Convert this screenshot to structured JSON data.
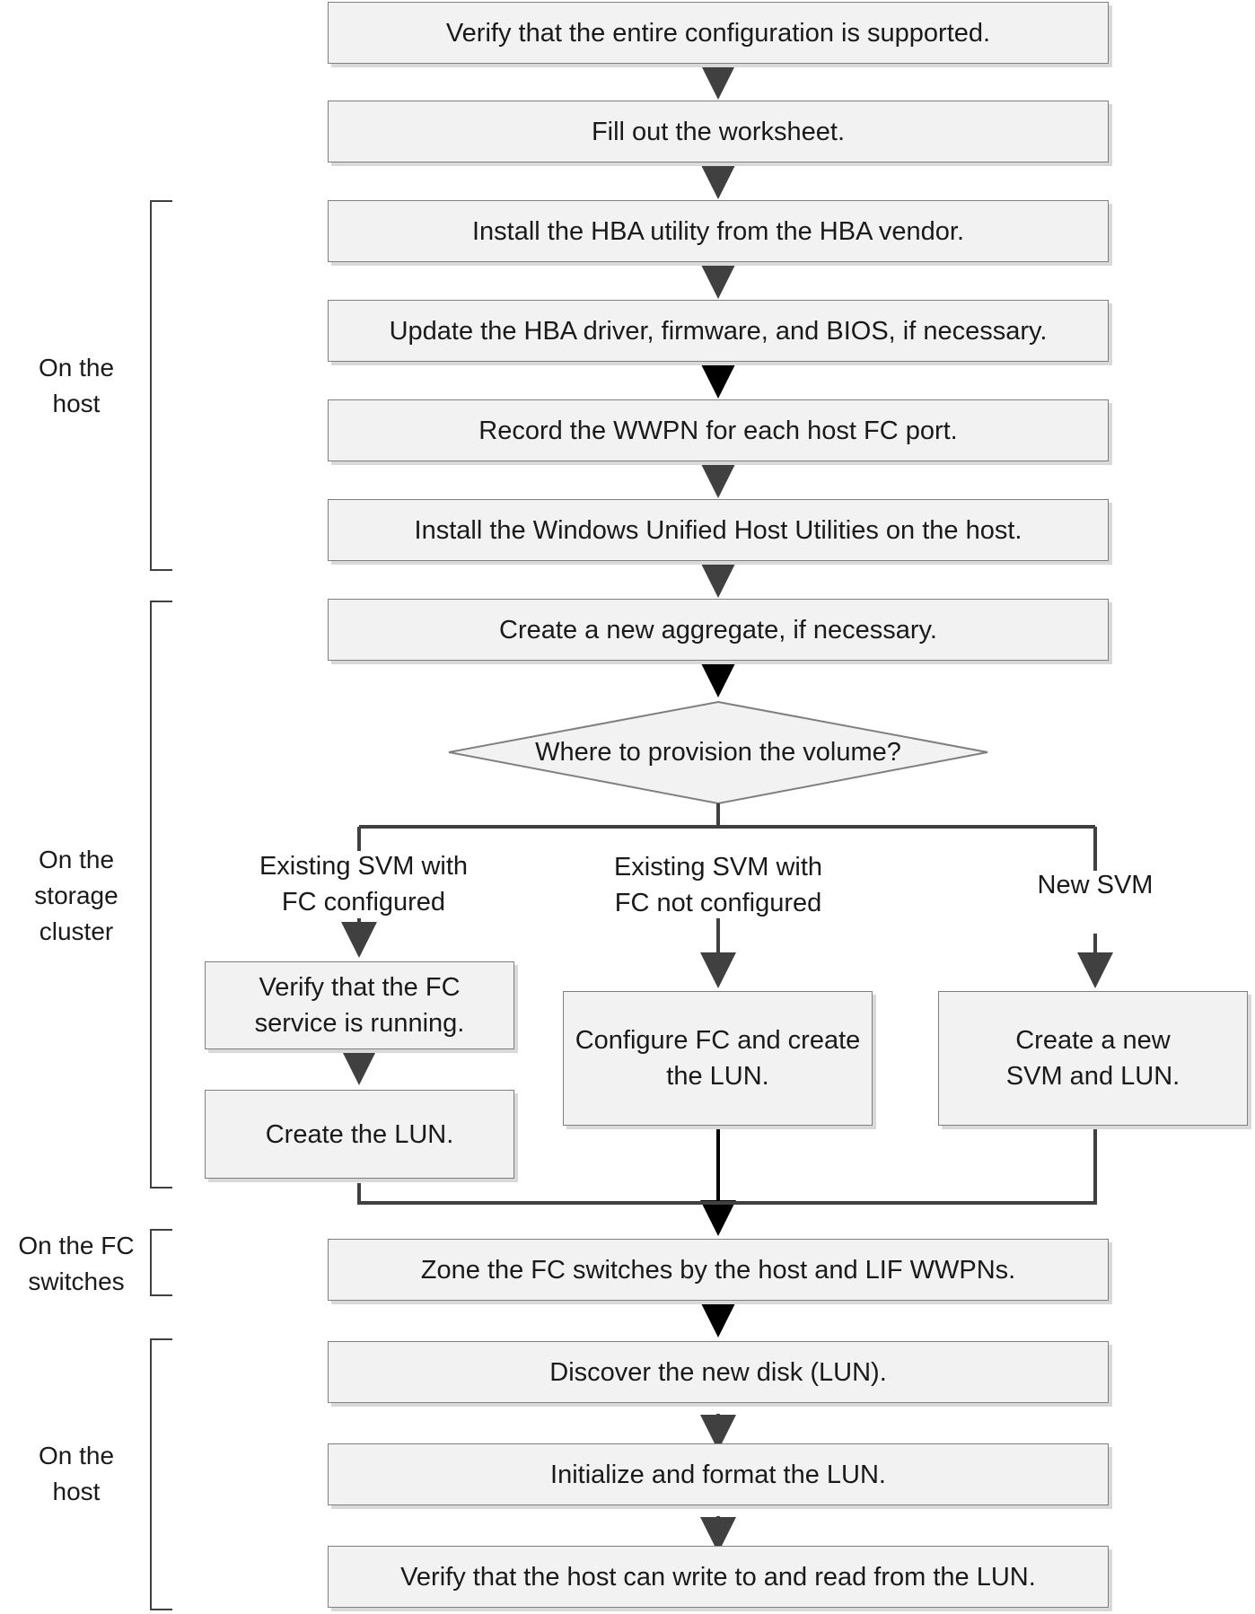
{
  "steps": {
    "verify_config": "Verify that the entire configuration is supported.",
    "fill_worksheet": "Fill out the worksheet.",
    "install_hba_utility": "Install the HBA utility from the HBA vendor.",
    "update_hba": "Update the HBA driver, firmware, and BIOS, if necessary.",
    "record_wwpn": "Record the WWPN for each host FC port.",
    "install_host_utilities": "Install the Windows Unified Host Utilities on the host.",
    "create_aggregate": "Create a new aggregate, if necessary.",
    "decision": "Where to provision the volume?",
    "verify_fc_service_1": "Verify that the FC",
    "verify_fc_service_2": "service is running.",
    "create_lun": "Create the LUN.",
    "configure_fc_1": "Configure FC and create",
    "configure_fc_2": "the LUN.",
    "create_svm_1": "Create a new",
    "create_svm_2": "SVM and LUN.",
    "zone_switches": "Zone the FC switches by the host and LIF WWPNs.",
    "discover_disk": "Discover the new disk (LUN).",
    "initialize_lun": "Initialize and format the LUN.",
    "verify_read_write": "Verify that the host can write to and read from the LUN."
  },
  "branches": {
    "left_1": "Existing SVM with",
    "left_2": "FC configured",
    "middle_1": "Existing SVM with",
    "middle_2": "FC not configured",
    "right": "New SVM"
  },
  "groups": {
    "host_top_1": "On the",
    "host_top_2": "host",
    "storage_1": "On the",
    "storage_2": "storage",
    "storage_3": "cluster",
    "switches_1": "On the FC",
    "switches_2": "switches",
    "host_bottom_1": "On the",
    "host_bottom_2": "host"
  }
}
